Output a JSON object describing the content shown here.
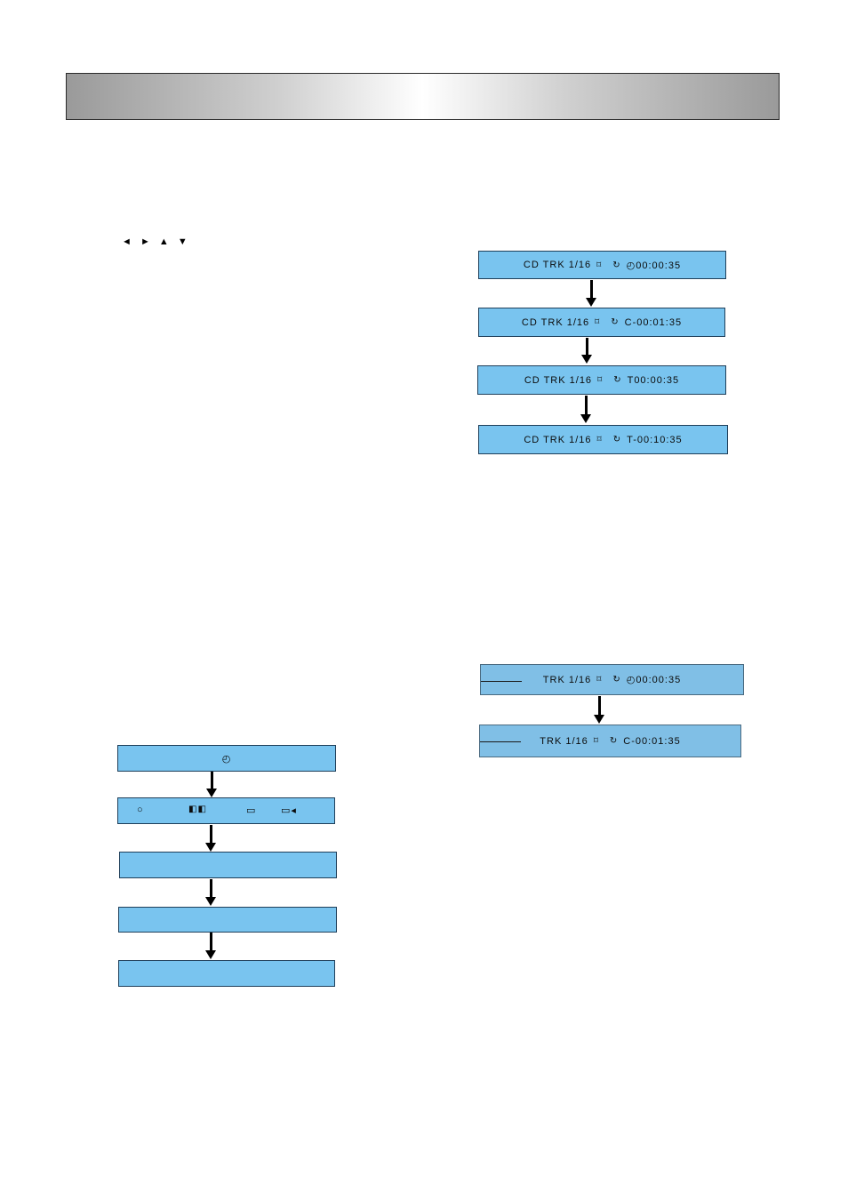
{
  "nav_arrows": [
    "◄",
    "►",
    "▲",
    "▼"
  ],
  "cd_display": [
    {
      "label": "CD TRK 1/16",
      "icon1": "⌑",
      "icon2": "↻",
      "time": "◴00:00:35"
    },
    {
      "label": "CD TRK 1/16",
      "icon1": "⌑",
      "icon2": "↻",
      "time": "C-00:01:35"
    },
    {
      "label": "CD TRK 1/16",
      "icon1": "⌑",
      "icon2": "↻",
      "time": "T00:00:35"
    },
    {
      "label": "CD TRK 1/16",
      "icon1": "⌑",
      "icon2": "↻",
      "time": "T-00:10:35"
    }
  ],
  "trk_display": [
    {
      "label": "TRK 1/16",
      "icon1": "⌑",
      "icon2": "↻",
      "time": "◴00:00:35"
    },
    {
      "label": "TRK 1/16",
      "icon1": "⌑",
      "icon2": "↻",
      "time": "C-00:01:35"
    }
  ],
  "dvd_display": {
    "clock_icon": "◴",
    "icons": [
      "○",
      "◧◧",
      "▭",
      "▭◂"
    ]
  },
  "colors": {
    "display_bg": "#79c4ef",
    "header_light": "#ffffff",
    "header_dark": "#9a9a9a"
  }
}
